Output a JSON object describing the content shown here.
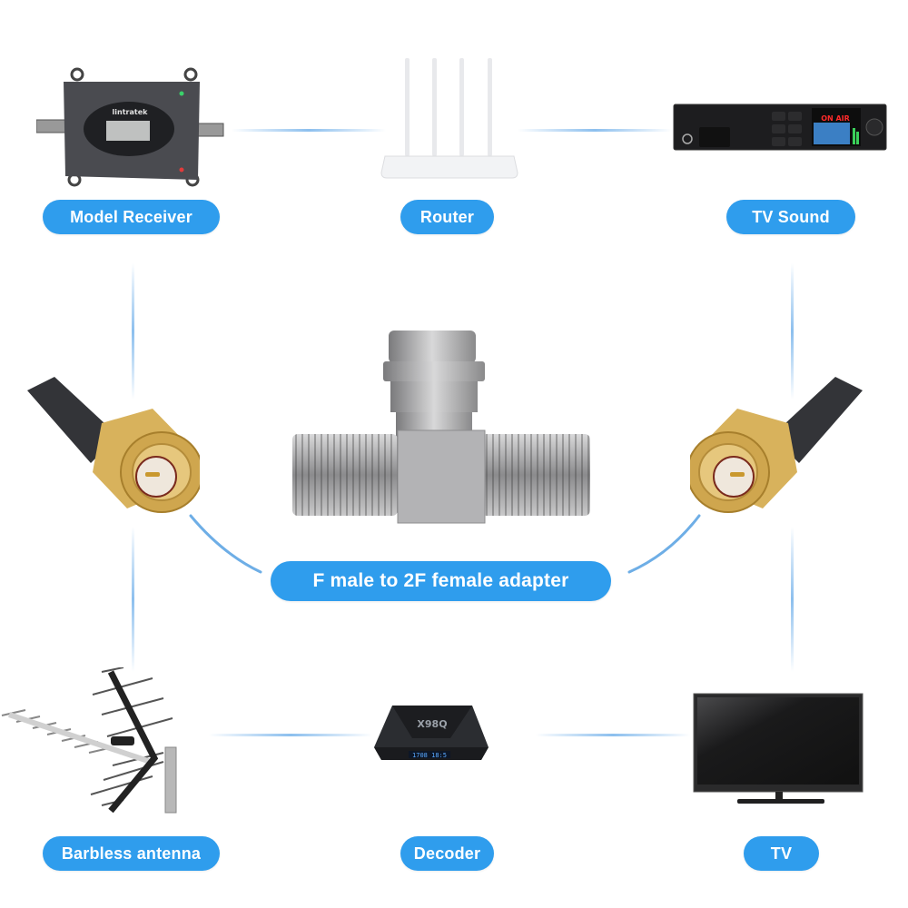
{
  "colors": {
    "pill_bg": "#2f9ded",
    "pill_text": "#ffffff",
    "connector_line": "#78b4eb",
    "background": "#ffffff"
  },
  "center": {
    "label": "F male to 2F female adapter",
    "image": "f-male-to-2f-female-tee-adapter"
  },
  "devices": [
    {
      "label": "Model Receiver",
      "image": "signal-booster-receiver",
      "brand_text": "lintratek"
    },
    {
      "label": "Router",
      "image": "wifi-router-4-antenna"
    },
    {
      "label": "TV Sound",
      "image": "broadcast-audio-monitor",
      "screen_text": "ON AIR"
    },
    {
      "label": "Barbless antenna",
      "image": "yagi-tv-antenna"
    },
    {
      "label": "Decoder",
      "image": "tv-box-decoder",
      "brand_text": "X98Q",
      "display_text": "1708 18:5"
    },
    {
      "label": "TV",
      "image": "flat-screen-tv"
    }
  ],
  "side_connectors": [
    {
      "image": "sma-male-connector-left"
    },
    {
      "image": "sma-male-connector-right"
    }
  ]
}
